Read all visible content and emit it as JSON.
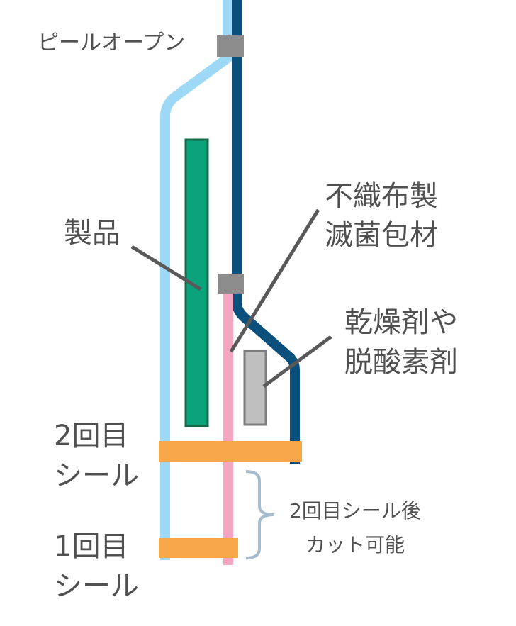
{
  "labels": {
    "peel_open": "ピールオープン",
    "product": "製品",
    "nonwoven_line1": "不織布製",
    "nonwoven_line2": "滅菌包材",
    "desiccant_line1": "乾燥剤や",
    "desiccant_line2": "脱酸素剤",
    "second_seal_line1": "2回目",
    "second_seal_line2": "シール",
    "first_seal_line1": "1回目",
    "first_seal_line2": "シール",
    "cut_note_line1": "2回目シール後",
    "cut_note_line2": "カット可能"
  },
  "colors": {
    "light_blue_film": "#9dd8f6",
    "dark_blue_film": "#0b4f7c",
    "pink_nonwoven": "#f4a6c1",
    "product": "#0aa37b",
    "product_border": "#136b4a",
    "desiccant": "#bfbfbf",
    "desiccant_border": "#7d7d7d",
    "seal": "#f7a64a",
    "peel_seal": "#8c8c8c",
    "leader_line": "#595959",
    "bracket": "#a6bccd",
    "text": "#505050"
  }
}
